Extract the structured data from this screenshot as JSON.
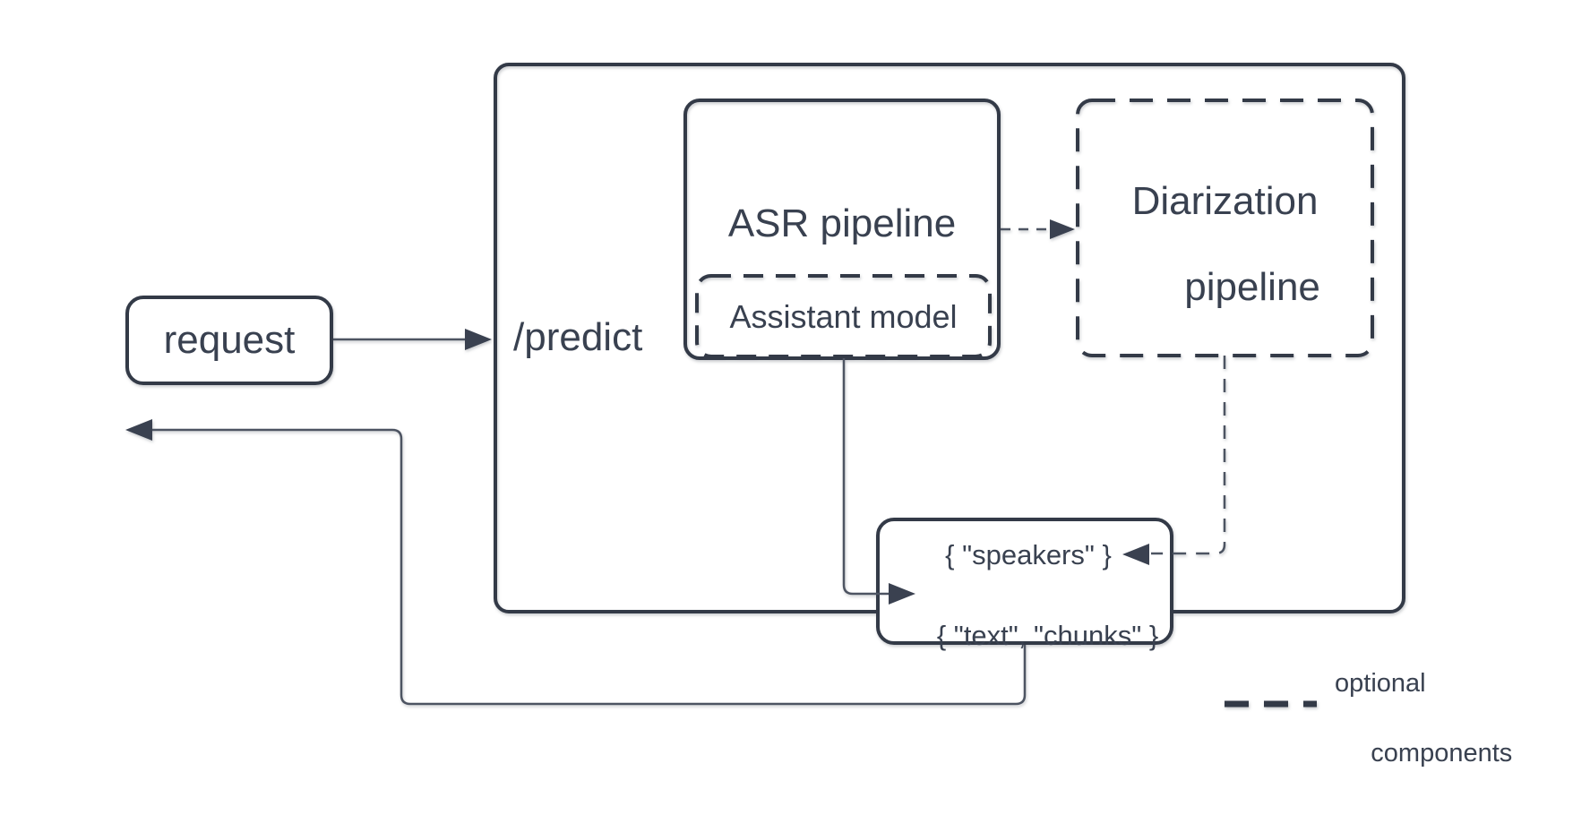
{
  "diagram": {
    "nodes": {
      "request": "request",
      "predict_endpoint": "/predict",
      "asr_pipeline": "ASR pipeline",
      "assistant_model": "Assistant model",
      "diarization_line1": "Diarization",
      "diarization_line2": "pipeline",
      "output_line1": "{ \"speakers\" }",
      "output_line2": "{ \"text\", \"chunks\" }"
    },
    "legend": {
      "line1": "optional",
      "line2": "components"
    },
    "colors": {
      "border": "#333a47",
      "text": "#394150",
      "connector": "#4d5462",
      "background": "#ffffff"
    }
  }
}
